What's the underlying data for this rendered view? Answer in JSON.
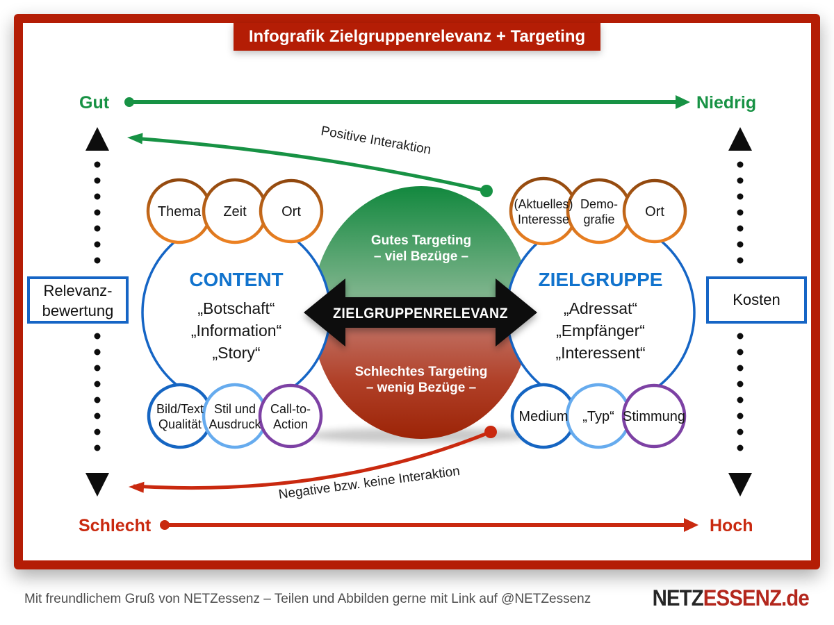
{
  "title_banner": "Infografik Zielgruppenrelevanz + Targeting",
  "colors": {
    "frame_red": "#b41d05",
    "green": "#179244",
    "red": "#c9290f",
    "blue_border": "#1565c5",
    "blue_text": "#1173cd",
    "orange_dark": "#8f470e",
    "orange_bright": "#ec8122",
    "light_blue": "#66abee",
    "purple": "#7d41a4"
  },
  "axis_top": {
    "left": "Gut",
    "right": "Niedrig"
  },
  "axis_bottom": {
    "left": "Schlecht",
    "right": "Hoch"
  },
  "side_left": {
    "l1": "Relevanz-",
    "l2": "bewertung"
  },
  "side_right": {
    "label": "Kosten"
  },
  "curve_positive": {
    "label": "Positive Interaktion"
  },
  "curve_negative": {
    "label": "Negative bzw. keine Interaktion"
  },
  "center": {
    "good_l1": "Gutes Targeting",
    "good_l2": "– viel Bezüge –",
    "bad_l1": "Schlechtes Targeting",
    "bad_l2": "– wenig Bezüge –",
    "arrow": "ZIELGRUPPENRELEVANZ"
  },
  "content": {
    "title": "CONTENT",
    "l1": "„Botschaft“",
    "l2": "„Information“",
    "l3": "„Story“"
  },
  "zielgruppe": {
    "title": "ZIELGRUPPE",
    "l1": "„Adressat“",
    "l2": "„Empfänger“",
    "l3": "„Interessent“"
  },
  "sat": {
    "ct1": "Thema",
    "ct2": "Zeit",
    "ct3": "Ort",
    "cb1a": "Bild/Text",
    "cb1b": "Qualität",
    "cb2a": "Stil und",
    "cb2b": "Ausdruck",
    "cb3a": "Call-to-",
    "cb3b": "Action",
    "zt1a": "(Aktuelles)",
    "zt1b": "Interesse",
    "zt2a": "Demo-",
    "zt2b": "grafie",
    "zt3": "Ort",
    "zb1": "Medium",
    "zb2": "„Typ“",
    "zb3": "Stimmung"
  },
  "footer": {
    "note": "Mit freundlichem Gruß von NETZessenz – Teilen und Abbilden gerne mit Link auf @NETZessenz",
    "logo_black": "NETZ",
    "logo_red": "ESSENZ.de"
  }
}
